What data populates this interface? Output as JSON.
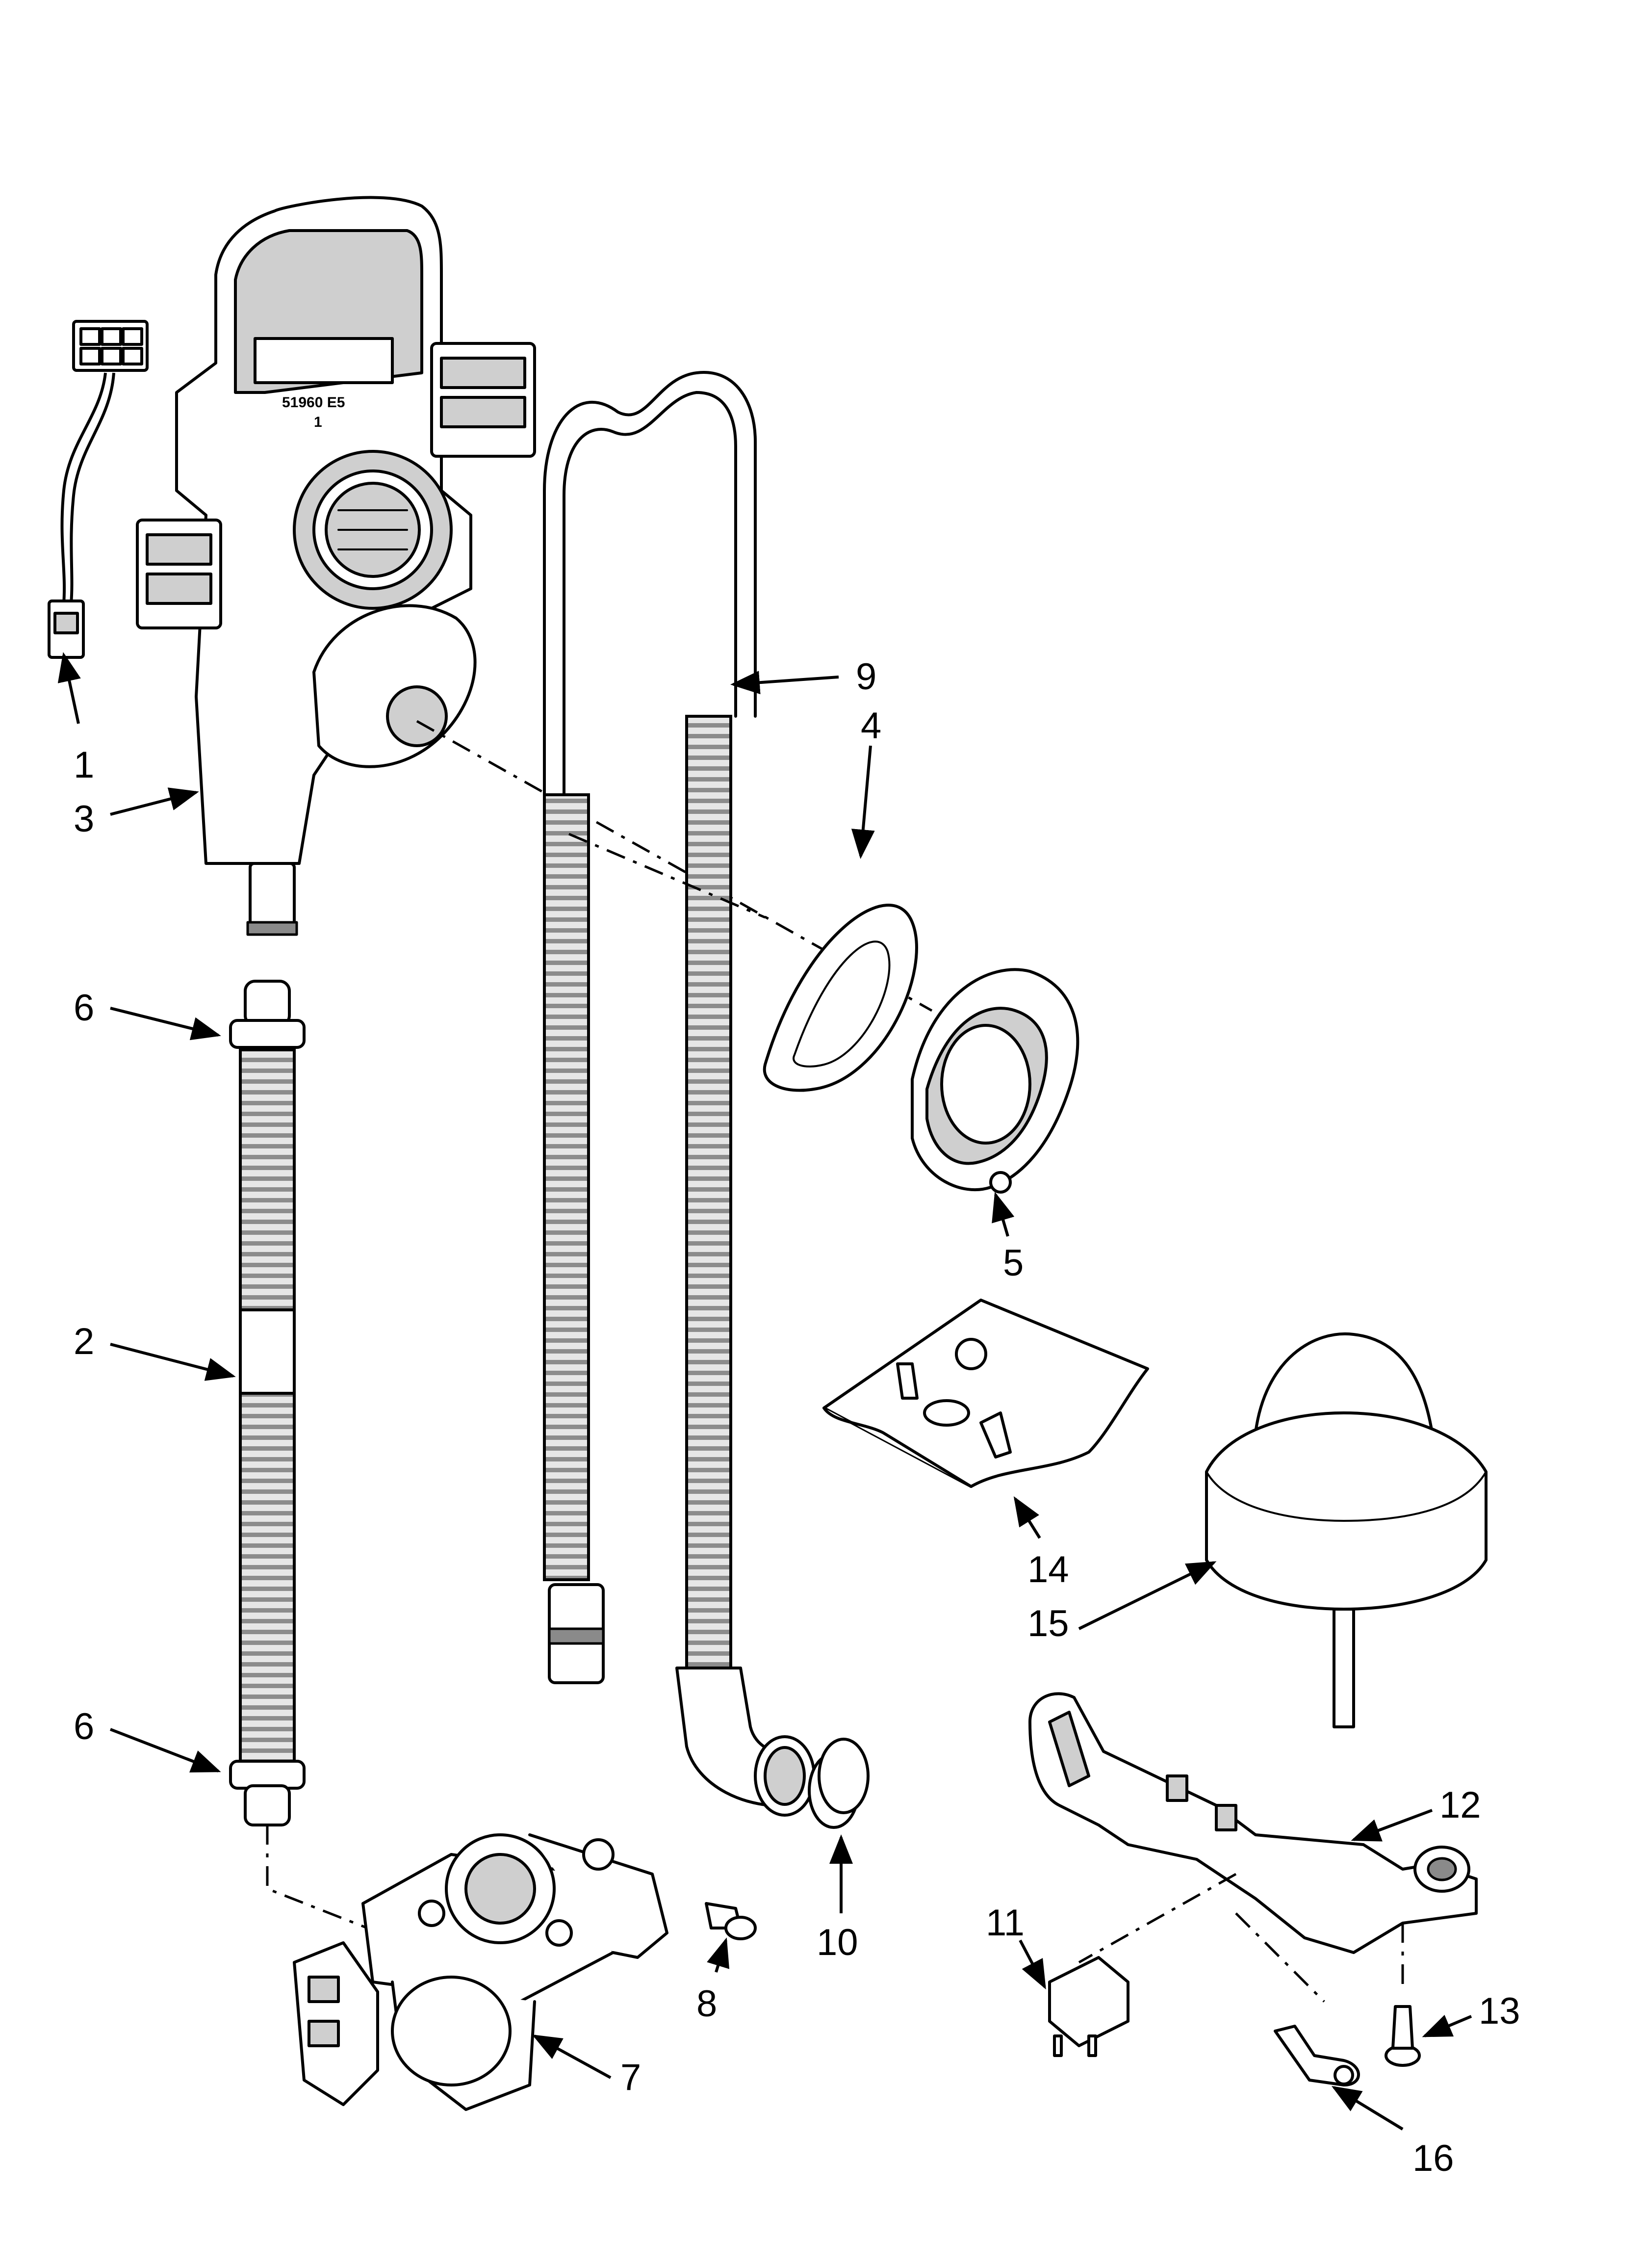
{
  "diagram": {
    "part_stamp": {
      "line1": "51960 E5",
      "line2": "1"
    },
    "callouts": [
      {
        "id": "c1a",
        "text": "1"
      },
      {
        "id": "c3",
        "text": "3"
      },
      {
        "id": "c6a",
        "text": "6"
      },
      {
        "id": "c2",
        "text": "2"
      },
      {
        "id": "c6b",
        "text": "6"
      },
      {
        "id": "c9",
        "text": "9"
      },
      {
        "id": "c4",
        "text": "4"
      },
      {
        "id": "c5",
        "text": "5"
      },
      {
        "id": "c14",
        "text": "14"
      },
      {
        "id": "c15",
        "text": "15"
      },
      {
        "id": "c12",
        "text": "12"
      },
      {
        "id": "c10",
        "text": "10"
      },
      {
        "id": "c11",
        "text": "11"
      },
      {
        "id": "c13",
        "text": "13"
      },
      {
        "id": "c8",
        "text": "8"
      },
      {
        "id": "c7",
        "text": "7"
      },
      {
        "id": "c16",
        "text": "16"
      }
    ]
  }
}
